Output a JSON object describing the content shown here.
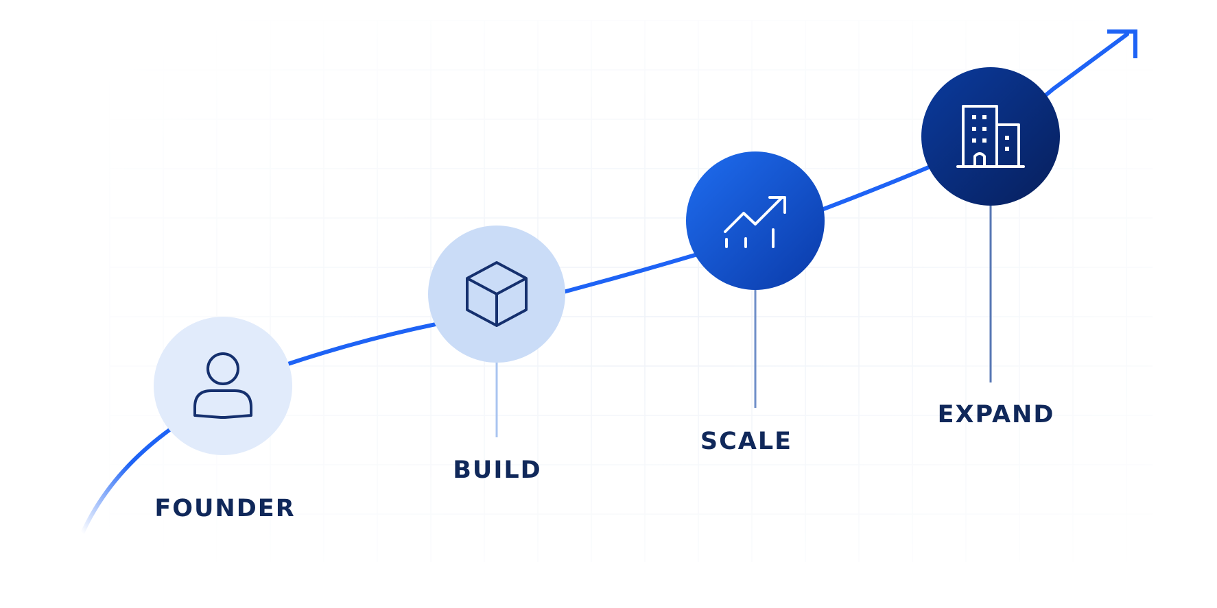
{
  "stages": [
    {
      "label": "FOUNDER",
      "icon": "person-icon"
    },
    {
      "label": "BUILD",
      "icon": "cube-icon"
    },
    {
      "label": "SCALE",
      "icon": "growth-chart-icon"
    },
    {
      "label": "EXPAND",
      "icon": "building-icon"
    }
  ],
  "colors": {
    "curve": "#1e63f5",
    "label_text": "#10285a",
    "icon_dark": "#15306e",
    "icon_light": "#ffffff",
    "circle_founder": "#e1ebfb",
    "circle_build": "#cadcf7",
    "circle_scale_start": "#1f6df0",
    "circle_scale_end": "#0a3aa8",
    "circle_expand_start": "#0b3b9e",
    "circle_expand_end": "#071f5c",
    "grid": "#eef2f8"
  }
}
